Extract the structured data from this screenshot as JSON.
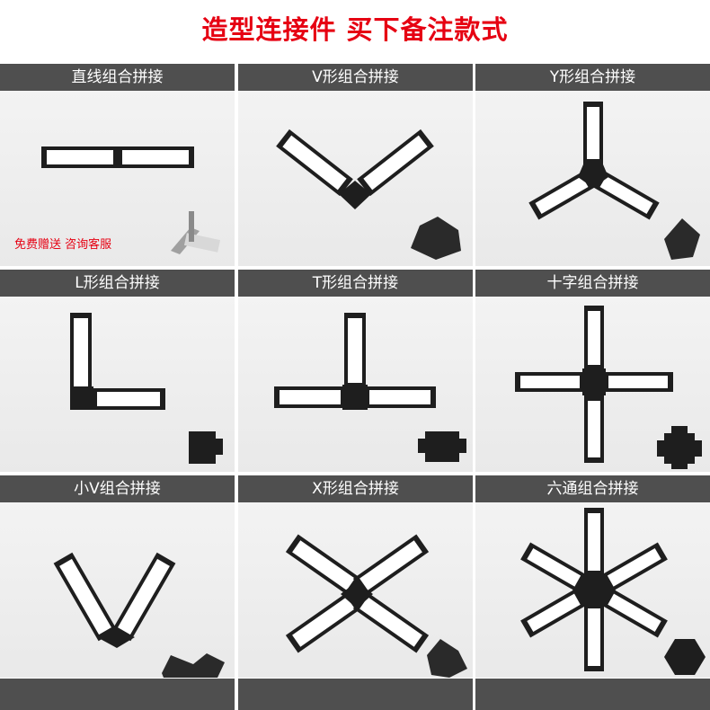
{
  "page_title": "造型连接件 买下备注款式",
  "gift_note": "免费赠送 咨询客服",
  "colors": {
    "title_red": "#e60012",
    "header_gray": "#4f4f4f",
    "frame_black": "#1e1e1e"
  },
  "options": [
    {
      "label": "直线组合拼接"
    },
    {
      "label": "V形组合拼接"
    },
    {
      "label": "Y形组合拼接"
    },
    {
      "label": "L形组合拼接"
    },
    {
      "label": "T形组合拼接"
    },
    {
      "label": "十字组合拼接"
    },
    {
      "label": "小V组合拼接"
    },
    {
      "label": "X形组合拼接"
    },
    {
      "label": "六通组合拼接"
    }
  ]
}
